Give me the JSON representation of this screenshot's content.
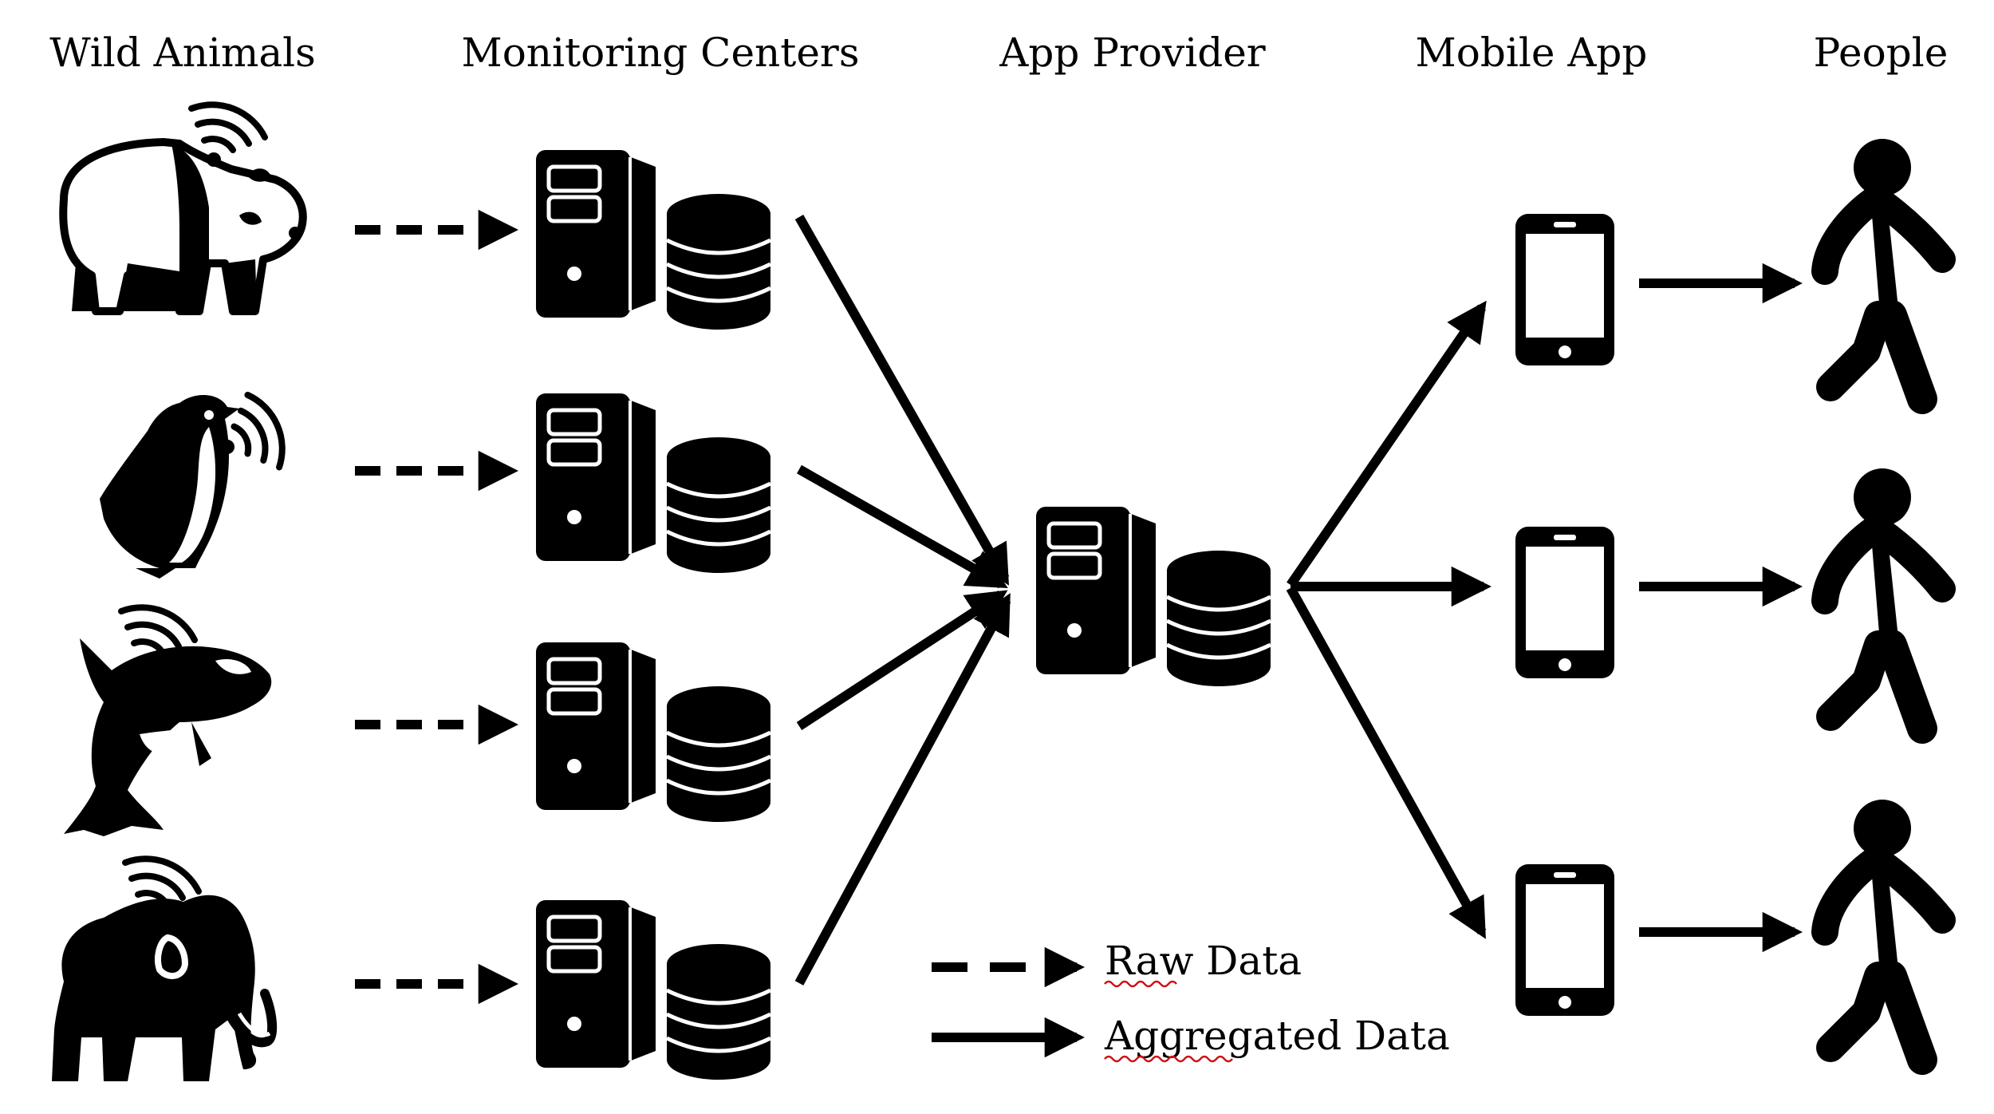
{
  "columns": {
    "wild_animals": "Wild Animals",
    "monitoring_centers": "Monitoring Centers",
    "app_provider": "App Provider",
    "mobile_app": "Mobile App",
    "people": "People"
  },
  "animals": [
    {
      "icon": "panda-with-signal-icon"
    },
    {
      "icon": "penguin-with-signal-icon"
    },
    {
      "icon": "orca-with-signal-icon"
    },
    {
      "icon": "mammoth-with-signal-icon"
    }
  ],
  "legend": {
    "raw_data": "Raw Data",
    "aggregated_data": "Aggregated Data"
  },
  "colors": {
    "ink": "#000000",
    "background": "#ffffff",
    "spellcheck_underline": "#d01010"
  }
}
